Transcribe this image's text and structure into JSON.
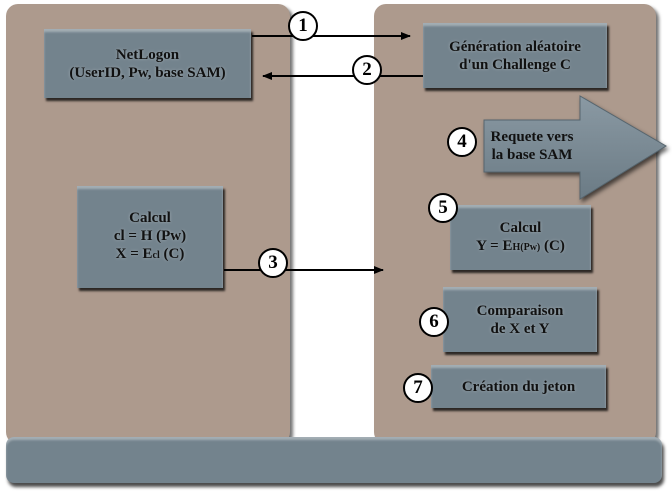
{
  "client": {
    "netlogon": {
      "line1": "NetLogon",
      "line2": "(UserID, Pw, base SAM)"
    },
    "calcul": {
      "title": "Calcul",
      "line1": "cl = H (Pw)",
      "line2_prefix": "X = E",
      "line2_sub": "cl",
      "line2_suffix": " (C)"
    }
  },
  "server": {
    "challenge": {
      "line1": "Génération aléatoire",
      "line2": "d'un Challenge C"
    },
    "sam_request": {
      "line1": "Requete vers",
      "line2": "la base SAM"
    },
    "calcul": {
      "title": "Calcul",
      "line_prefix": "Y = E",
      "line_sub": "H(Pw)",
      "line_suffix": " (C)"
    },
    "comparaison": {
      "line1": "Comparaison",
      "line2": "de X et Y"
    },
    "jeton": {
      "label": "Création du jeton"
    }
  },
  "steps": [
    "1",
    "2",
    "3",
    "4",
    "5",
    "6",
    "7"
  ],
  "colors": {
    "panel": "#ad9a8d",
    "box": "#73838d",
    "background": "#ffffff"
  }
}
